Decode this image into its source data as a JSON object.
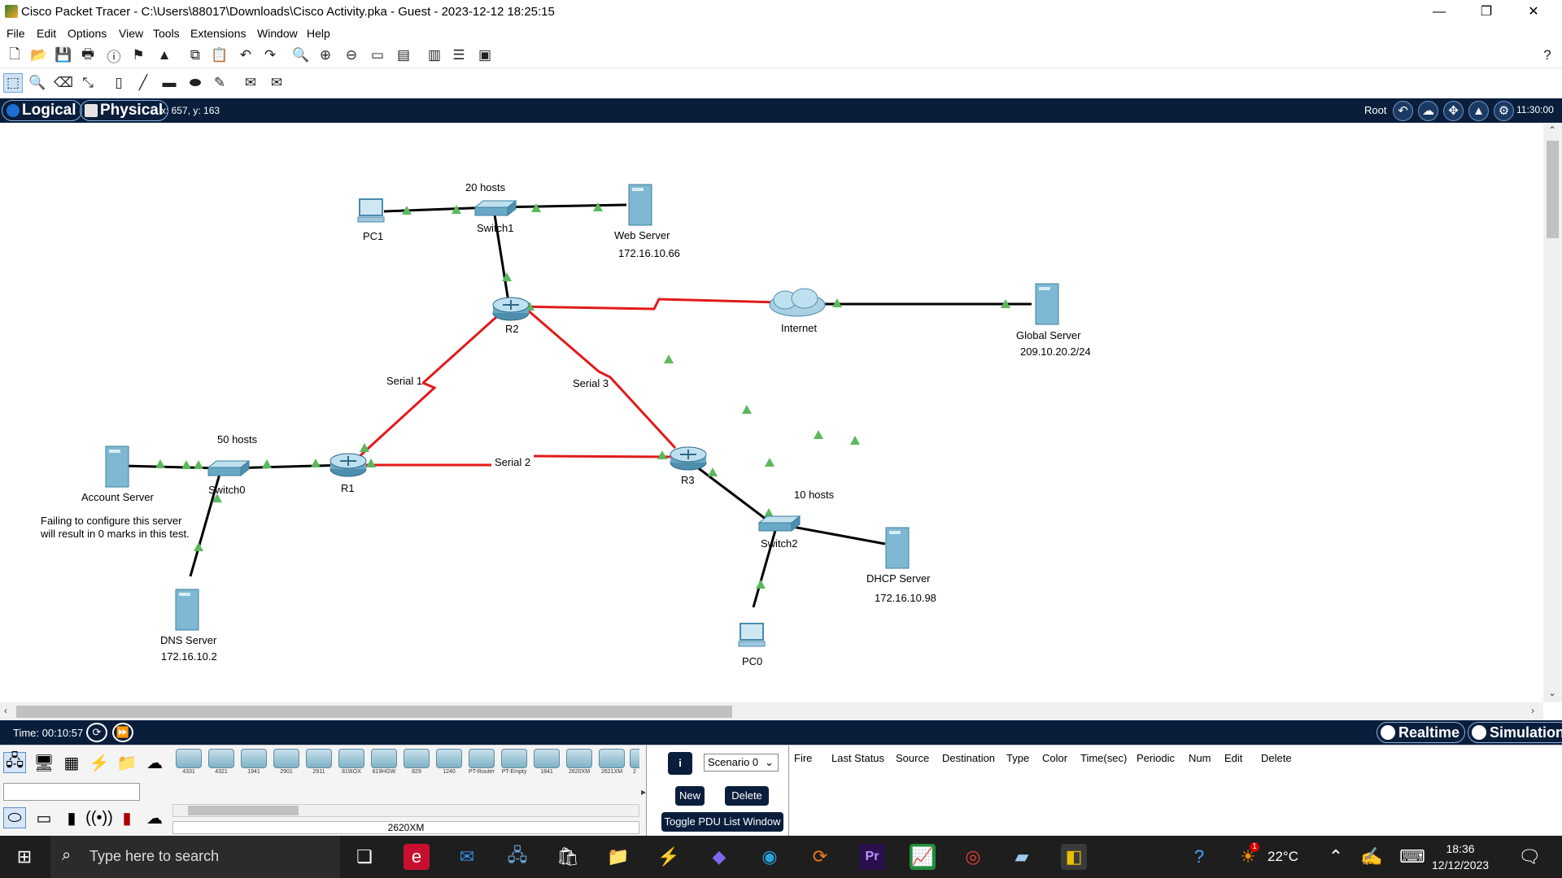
{
  "window": {
    "title": "Cisco Packet Tracer - C:\\Users\\88017\\Downloads\\Cisco Activity.pka - Guest - 2023-12-12 18:25:15",
    "minimize": "—",
    "restore": "❐",
    "close": "✕"
  },
  "menu": [
    "File",
    "Edit",
    "Options",
    "View",
    "Tools",
    "Extensions",
    "Window",
    "Help"
  ],
  "help_glyph": "?",
  "nav": {
    "logical": "Logical",
    "physical": "Physical",
    "coords": "x: 657, y: 163",
    "root": "Root",
    "time": "11:30:00"
  },
  "topology": {
    "devices": {
      "pc1": "PC1",
      "switch1": "Switch1",
      "web_server": "Web Server",
      "web_ip": "172.16.10.66",
      "r2": "R2",
      "internet": "Internet",
      "global_server": "Global Server",
      "global_ip": "209.10.20.2/24",
      "account_server": "Account Server",
      "switch0": "Switch0",
      "r1": "R1",
      "r3": "R3",
      "switch2": "Switch2",
      "dhcp_server": "DHCP Server",
      "dhcp_ip": "172.16.10.98",
      "dns_server": "DNS Server",
      "dns_ip": "172.16.10.2",
      "pc0": "PC0"
    },
    "notes": {
      "hosts_20": "20 hosts",
      "hosts_50": "50 hosts",
      "hosts_10": "10 hosts",
      "serial1": "Serial 1",
      "serial2": "Serial 2",
      "serial3": "Serial 3",
      "warning_line1": "Failing to configure this server",
      "warning_line2": "will result in 0 marks in this test."
    }
  },
  "timebar": {
    "time": "Time: 00:10:57",
    "realtime": "Realtime",
    "simulation": "Simulation"
  },
  "device_models": [
    "4331",
    "4321",
    "1941",
    "2901",
    "2911",
    "819IOX",
    "819HGW",
    "829",
    "1240",
    "PT-Router",
    "PT-Empty",
    "1841",
    "2620XM",
    "2621XM",
    "2"
  ],
  "selected_model": "2620XM",
  "scenario": {
    "selected": "Scenario 0",
    "new": "New",
    "delete": "Delete",
    "toggle": "Toggle PDU List Window"
  },
  "pdu_columns": [
    "Fire",
    "Last Status",
    "Source",
    "Destination",
    "Type",
    "Color",
    "Time(sec)",
    "Periodic",
    "Num",
    "Edit",
    "Delete"
  ],
  "taskbar": {
    "search_placeholder": "Type here to search",
    "weather": "22°C",
    "time": "18:36",
    "date": "12/12/2023",
    "notification_badge": "1"
  },
  "colors": {
    "nav_bg": "#0a1e3c",
    "serial_link": "#e21a1a",
    "ethernet_link": "#000000",
    "link_up": "#5cb85c"
  }
}
